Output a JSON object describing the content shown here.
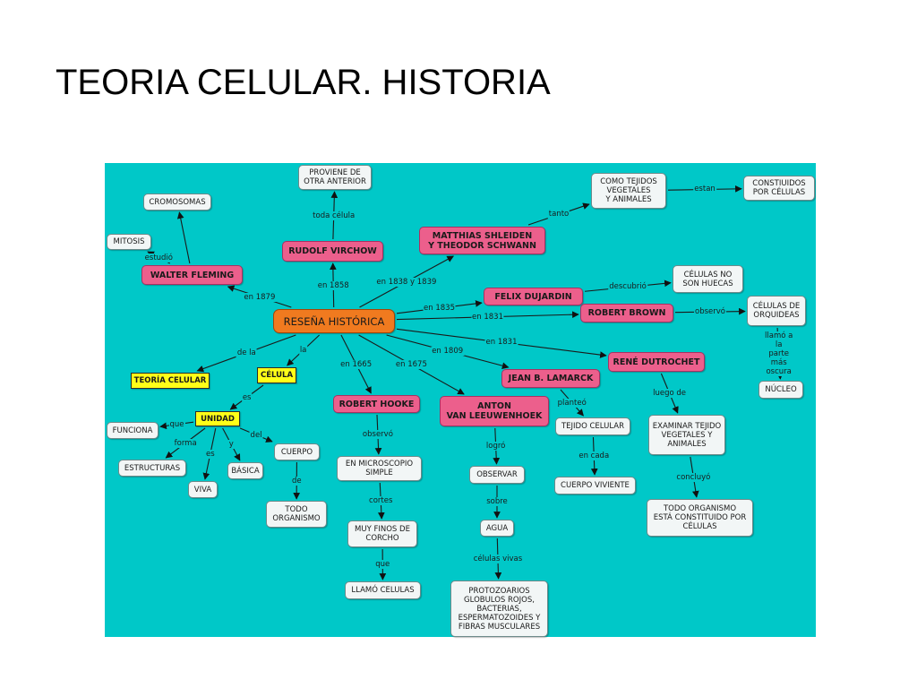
{
  "title": "TEORIA CELULAR. HISTORIA",
  "colors": {
    "map_background": "#00c8c8",
    "primary_node": "#ec5f8c",
    "root_node": "#f07a1f",
    "highlight_node": "#ffff18",
    "plain_node": "#f2f6f6"
  },
  "nodes": [
    {
      "id": "resena",
      "label": "RESEÑA HISTÓRICA",
      "kind": "orange"
    },
    {
      "id": "proviene",
      "label": "PROVIENE DE\nOTRA ANTERIOR",
      "kind": "plain"
    },
    {
      "id": "virchow",
      "label": "RUDOLF VIRCHOW",
      "kind": "pink"
    },
    {
      "id": "cromosomas",
      "label": "CROMOSOMAS",
      "kind": "plain"
    },
    {
      "id": "mitosis",
      "label": "MITOSIS",
      "kind": "plain"
    },
    {
      "id": "fleming",
      "label": "WALTER FLEMING",
      "kind": "pink"
    },
    {
      "id": "shleiden",
      "label": "MATTHIAS SHLEIDEN\nY THEODOR SCHWANN",
      "kind": "pink"
    },
    {
      "id": "comotejidos",
      "label": "COMO TEJIDOS\nVEGETALES\nY ANIMALES",
      "kind": "plain"
    },
    {
      "id": "constituidos",
      "label": "CONSTIUIDOS\nPOR CÉLULAS",
      "kind": "plain"
    },
    {
      "id": "dujardin",
      "label": "FELIX DUJARDIN",
      "kind": "pink"
    },
    {
      "id": "nohuecas",
      "label": "CÉLULAS NO\nSON HUECAS",
      "kind": "plain"
    },
    {
      "id": "brown",
      "label": "ROBERT BROWN",
      "kind": "pink"
    },
    {
      "id": "orquideas",
      "label": "CÉLULAS DE\nORQUIDEAS",
      "kind": "plain"
    },
    {
      "id": "nucleo",
      "label": "NÚCLEO",
      "kind": "plain"
    },
    {
      "id": "dutrochet",
      "label": "RENÉ DUTROCHET",
      "kind": "pink"
    },
    {
      "id": "examinar",
      "label": "EXAMINAR TEJIDO\nVEGETALES Y\nANIMALES",
      "kind": "plain"
    },
    {
      "id": "todoorg",
      "label": "TODO ORGANISMO\nESTÁ CONSTITUIDO POR\nCÉLULAS",
      "kind": "plain"
    },
    {
      "id": "lamarck",
      "label": "JEAN B. LAMARCK",
      "kind": "pink"
    },
    {
      "id": "tejido",
      "label": "TEJIDO CELULAR",
      "kind": "plain"
    },
    {
      "id": "cuerpoviviente",
      "label": "CUERPO VIVIENTE",
      "kind": "plain"
    },
    {
      "id": "leeuwenhoek",
      "label": "ANTON\nVAN LEEUWENHOEK",
      "kind": "pink"
    },
    {
      "id": "observar",
      "label": "OBSERVAR",
      "kind": "plain"
    },
    {
      "id": "agua",
      "label": "AGUA",
      "kind": "plain"
    },
    {
      "id": "protozoarios",
      "label": "PROTOZOARIOS\nGLOBULOS ROJOS,\nBACTERIAS,\nESPERMATOZOIDES Y\nFIBRAS MUSCULARES",
      "kind": "plain"
    },
    {
      "id": "hooke",
      "label": "ROBERT HOOKE",
      "kind": "pink"
    },
    {
      "id": "microscopio",
      "label": "EN MICROSCOPIO\nSIMPLE",
      "kind": "plain"
    },
    {
      "id": "muyfinos",
      "label": "MUY FINOS DE\nCORCHO",
      "kind": "plain"
    },
    {
      "id": "llamo",
      "label": "LLAMÓ CELULAS",
      "kind": "plain"
    },
    {
      "id": "teoria",
      "label": "TEORÍA CELULAR",
      "kind": "yellow"
    },
    {
      "id": "celula",
      "label": "CÉLULA",
      "kind": "yellow"
    },
    {
      "id": "unidad",
      "label": "UNIDAD",
      "kind": "yellow"
    },
    {
      "id": "funciona",
      "label": "FUNCIONA",
      "kind": "plain"
    },
    {
      "id": "estructuras",
      "label": "ESTRUCTURAS",
      "kind": "plain"
    },
    {
      "id": "viva",
      "label": "VIVA",
      "kind": "plain"
    },
    {
      "id": "basica",
      "label": "BÁSICA",
      "kind": "plain"
    },
    {
      "id": "cuerpo",
      "label": "CUERPO",
      "kind": "plain"
    },
    {
      "id": "todoorganismo",
      "label": "TODO\nORGANISMO",
      "kind": "plain"
    }
  ],
  "edges": [
    {
      "from": "virchow",
      "to": "proviene",
      "label": "toda célula"
    },
    {
      "from": "resena",
      "to": "virchow",
      "label": "en 1858"
    },
    {
      "from": "fleming",
      "to": "mitosis",
      "label": "estudió"
    },
    {
      "from": "fleming",
      "to": "cromosomas",
      "label": ""
    },
    {
      "from": "resena",
      "to": "fleming",
      "label": "en 1879"
    },
    {
      "from": "resena",
      "to": "shleiden",
      "label": "en 1838 y 1839"
    },
    {
      "from": "shleiden",
      "to": "comotejidos",
      "label": "tanto"
    },
    {
      "from": "comotejidos",
      "to": "constituidos",
      "label": "estan"
    },
    {
      "from": "resena",
      "to": "dujardin",
      "label": "en 1835"
    },
    {
      "from": "dujardin",
      "to": "nohuecas",
      "label": "descubrió"
    },
    {
      "from": "resena",
      "to": "brown",
      "label": "en 1831"
    },
    {
      "from": "brown",
      "to": "orquideas",
      "label": "observó"
    },
    {
      "from": "orquideas",
      "to": "nucleo",
      "label": "llamó a la\nparte más oscura"
    },
    {
      "from": "resena",
      "to": "dutrochet",
      "label": "en 1831"
    },
    {
      "from": "dutrochet",
      "to": "examinar",
      "label": "luego de"
    },
    {
      "from": "examinar",
      "to": "todoorg",
      "label": "concluyó"
    },
    {
      "from": "resena",
      "to": "lamarck",
      "label": "en 1809"
    },
    {
      "from": "lamarck",
      "to": "tejido",
      "label": "planteó"
    },
    {
      "from": "tejido",
      "to": "cuerpoviviente",
      "label": "en cada"
    },
    {
      "from": "resena",
      "to": "leeuwenhoek",
      "label": "en 1675"
    },
    {
      "from": "leeuwenhoek",
      "to": "observar",
      "label": "logró"
    },
    {
      "from": "observar",
      "to": "agua",
      "label": "sobre"
    },
    {
      "from": "agua",
      "to": "protozoarios",
      "label": "células vivas"
    },
    {
      "from": "resena",
      "to": "hooke",
      "label": "en 1665"
    },
    {
      "from": "hooke",
      "to": "microscopio",
      "label": "observó"
    },
    {
      "from": "microscopio",
      "to": "muyfinos",
      "label": "cortes"
    },
    {
      "from": "muyfinos",
      "to": "llamo",
      "label": "que"
    },
    {
      "from": "resena",
      "to": "teoria",
      "label": "de la"
    },
    {
      "from": "resena",
      "to": "celula",
      "label": "la"
    },
    {
      "from": "celula",
      "to": "unidad",
      "label": "es"
    },
    {
      "from": "unidad",
      "to": "funciona",
      "label": "que"
    },
    {
      "from": "unidad",
      "to": "estructuras",
      "label": "forma"
    },
    {
      "from": "unidad",
      "to": "viva",
      "label": "es"
    },
    {
      "from": "unidad",
      "to": "basica",
      "label": "y"
    },
    {
      "from": "unidad",
      "to": "cuerpo",
      "label": "del"
    },
    {
      "from": "cuerpo",
      "to": "todoorganismo",
      "label": "de"
    }
  ]
}
